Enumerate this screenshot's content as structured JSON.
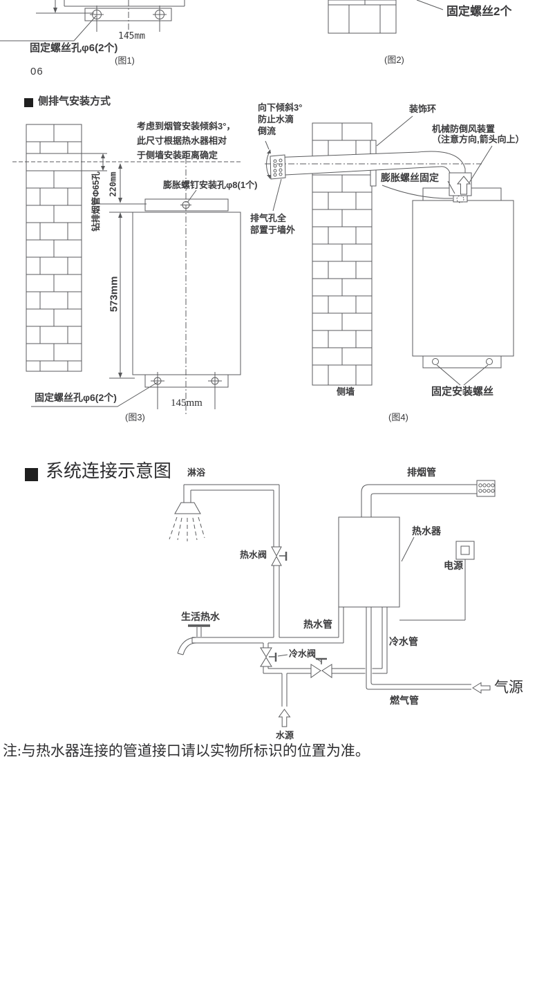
{
  "page_number": "06",
  "fig1": {
    "screw_hole_label": "固定螺丝孔φ6(2个)",
    "dim_width": "145mm",
    "caption": "(图1)"
  },
  "fig2": {
    "screw_label": "固定螺丝2个",
    "caption": "(图2)"
  },
  "side_exhaust_section": {
    "title": "侧排气安装方式"
  },
  "fig3": {
    "tilt_note": "考虑到烟管安装倾斜3°，\n此尺寸根据热水器相对\n于侧墙安装距离确定",
    "drill_hole_label": "钻排烟管Φ65孔",
    "dim_top": "220mm",
    "anchor_hole_label": "膨胀螺钉安装孔φ8(1个)",
    "dim_height": "573mm",
    "screw_hole_label": "固定螺丝孔φ6(2个)",
    "dim_width": "145mm",
    "caption": "(图3)"
  },
  "fig4": {
    "tilt_label": "向下倾斜3°\n防止水滴\n倒流",
    "ring_label": "装饰环",
    "damper_label": "机械防倒风装置\n（注意方向,箭头向上）",
    "expansion_label": "膨胀螺丝固定",
    "vent_label": "排气孔全\n部置于墙外",
    "side_wall_label": "侧墙",
    "fix_screw_label": "固定安装螺丝",
    "caption": "(图4)"
  },
  "system_section": {
    "title": "系统连接示意图",
    "shower": "淋浴",
    "flue": "排烟管",
    "heater": "热水器",
    "power": "电源",
    "hot_valve": "热水阀",
    "domestic_hot_water": "生活热水",
    "hot_pipe": "热水管",
    "cold_pipe": "冷水管",
    "cold_valve": "冷水阀",
    "gas_pipe": "燃气管",
    "gas_source": "气源",
    "water_source": "水源"
  },
  "note": "注:与热水器连接的管道接口请以实物所标识的位置为准。",
  "colors": {
    "line": "#595a5c",
    "text": "#3a3a3c",
    "header_square": "#1f1f1f"
  }
}
